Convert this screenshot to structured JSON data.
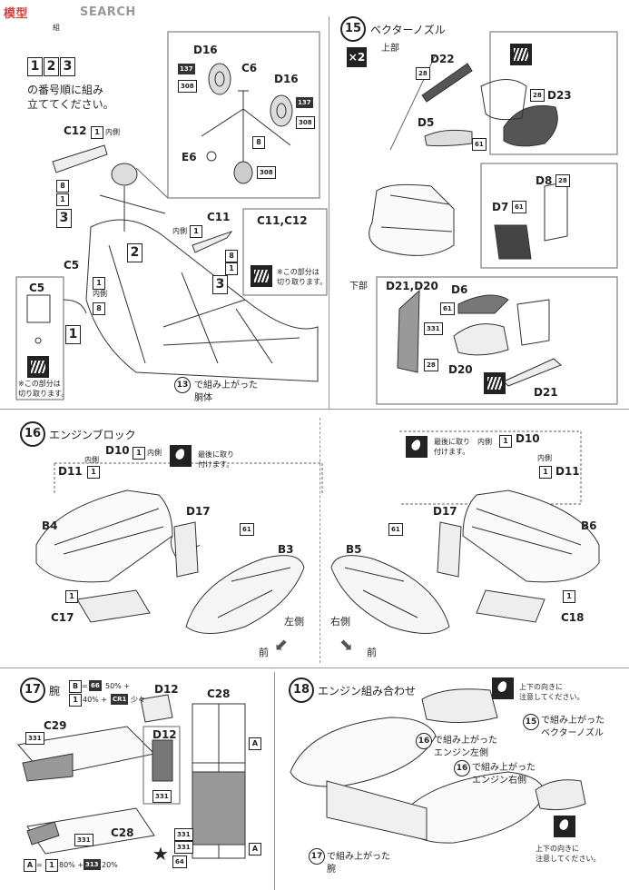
{
  "header": {
    "logo_left": "模型",
    "logo_right": "SEARCH",
    "corner_text": "組"
  },
  "step_order_note": {
    "nums": [
      "1",
      "2",
      "3"
    ],
    "text1": "の番号順に組み",
    "text2": "立ててください。"
  },
  "step13": {
    "parts": {
      "d16a": "D16",
      "c6": "C6",
      "d16b": "D16",
      "e6": "E6",
      "c12": "C12",
      "c11": "C11",
      "c11c12": "C11,C12",
      "c5a": "C5",
      "c5b": "C5"
    },
    "color_boxes": {
      "c137": "137",
      "c308": "308",
      "c8": "8",
      "c1": "1"
    },
    "inner_label": "内側",
    "cut_note1": "※この部分は",
    "cut_note2": "切り取ります。",
    "big_nums": [
      "1",
      "2",
      "3"
    ],
    "result_num": "13",
    "result1": "で組み上がった",
    "result2": "胴体"
  },
  "step15": {
    "num": "15",
    "title": "ベクターノズル",
    "multiplier": "×2",
    "upper": "上部",
    "lower": "下部",
    "parts": {
      "d22": "D22",
      "d23": "D23",
      "d5": "D5",
      "d8": "D8",
      "d7": "D7",
      "d21d20": "D21,D20",
      "d6": "D6",
      "d20": "D20",
      "d21": "D21"
    },
    "colors": {
      "c28": "28",
      "c61": "61",
      "c331": "331"
    }
  },
  "step16": {
    "num": "16",
    "title": "エンジンブロック",
    "parts": {
      "d10": "D10",
      "d11": "D11",
      "b4": "B4",
      "d17": "D17",
      "b3": "B3",
      "c17": "C17",
      "b5": "B5",
      "b6": "B6",
      "c18": "C18"
    },
    "colors": {
      "c1": "1",
      "c61": "61"
    },
    "inner_label": "内側",
    "last_note1": "最後に取り",
    "last_note2": "付けます。",
    "left_side": "左側",
    "right_side": "右側",
    "front": "前"
  },
  "step17": {
    "num": "17",
    "title": "腕",
    "mix1": "66 50% +",
    "mix1_box": "B",
    "mix1_c": "66",
    "mix1_pct": "50% +",
    "mix2_c": "1",
    "mix2_pct": "40% +",
    "mix2_cr": "CR1",
    "mix2_tail": "少々",
    "parts": {
      "d12a": "D12",
      "d12b": "D12",
      "c28a": "C28",
      "c28b": "C28",
      "c29": "C29"
    },
    "colors": {
      "c331": "331",
      "c64": "64",
      "cA": "A"
    },
    "mix_bottom_box": "A",
    "mix_bottom": "= ",
    "mix_bottom_c1": "1",
    "mix_bottom_p1": "80% +",
    "mix_bottom_c2": "313",
    "mix_bottom_p2": "20%"
  },
  "step18": {
    "num": "18",
    "title": "エンジン組み合わせ",
    "orient1": "上下の向きに",
    "orient2": "注意してください。",
    "ref15_num": "15",
    "ref15_a": "で組み上がった",
    "ref15_b": "ベクターノズル",
    "ref16a_num": "16",
    "ref16a_a": "で組み上がった",
    "ref16a_b": "エンジン左側",
    "ref16b_num": "16",
    "ref16b_a": "で組み上がった",
    "ref16b_b": "エンジン右側",
    "ref17_num": "17",
    "ref17_a": "で組み上がった",
    "ref17_b": "腕"
  }
}
